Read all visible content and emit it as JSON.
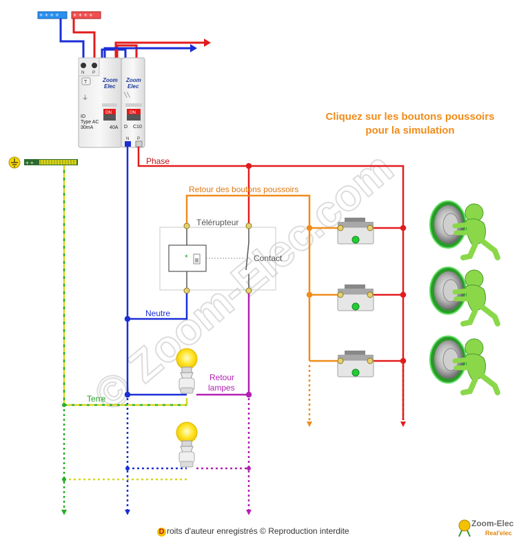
{
  "instruction": [
    "Cliquez sur les boutons poussoirs",
    "pour la simulation"
  ],
  "labels": {
    "phase": "Phase",
    "retour_boutons": "Retour des boutons poussoirs",
    "telerupteur": "Télérupteur",
    "contact": "Contact",
    "neutre": "Neutre",
    "retour_lampes_1": "Retour",
    "retour_lampes_2": "lampes",
    "terre": "Terre",
    "coil_star": "*"
  },
  "id_breaker": {
    "terminals": [
      "N",
      "P"
    ],
    "test": "T",
    "brand_1": "Zoom",
    "brand_2": "Elec",
    "on": "ON",
    "line1": "ID",
    "line2": "Type AC",
    "line3": "30mA",
    "rating": "40A"
  },
  "mcb": {
    "brand_1": "Zoom",
    "brand_2": "Elec",
    "on": "ON",
    "left": "D",
    "right": "C10",
    "terminals": [
      "N",
      "P"
    ]
  },
  "watermark": "© Zoom-Elec.com",
  "footer": "roits d'auteur enregistrés © Reproduction interdite",
  "footer_d": "D",
  "brand": {
    "name": "Zoom-Elec",
    "sub": "Real'elec"
  },
  "colors": {
    "phase": "#e31b1b",
    "neutral": "#1a2ed6",
    "button_return": "#f08c1a",
    "lamp_return": "#b31fb3",
    "earth": "#d6d61a",
    "earth_dots": "#22b022",
    "lamp": "#ffe12a",
    "led": "#22cc33"
  },
  "icons": [
    "earth-icon",
    "push-button-icon",
    "bulb-icon",
    "character-pushing-button-icon"
  ]
}
